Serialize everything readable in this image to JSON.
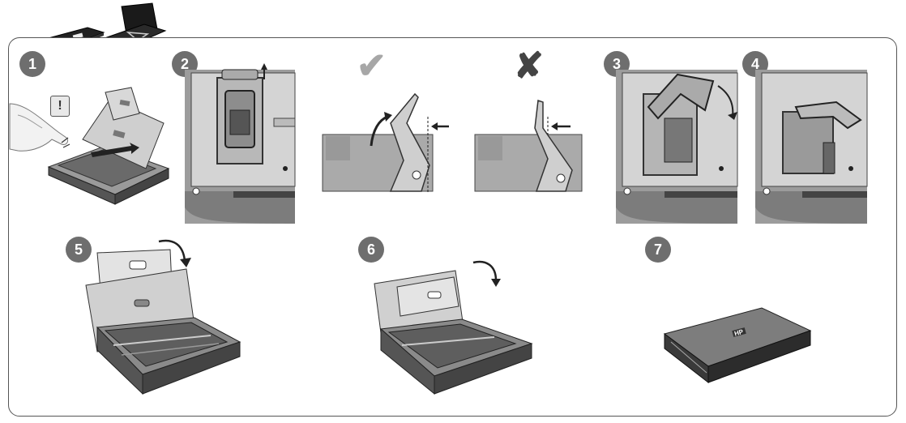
{
  "steps": [
    {
      "label": "1"
    },
    {
      "label": "2"
    },
    {
      "label": "3"
    },
    {
      "label": "4"
    },
    {
      "label": "5"
    },
    {
      "label": "6"
    },
    {
      "label": "7"
    }
  ],
  "warning_symbol": "!",
  "check_symbol": "✔",
  "cross_symbol": "✘",
  "brand_logo": "HP",
  "colors": {
    "badge": "#6e6e6e",
    "outline": "#555555",
    "printer_body": "#8a8a8a",
    "check": "#a7a7a7",
    "cross": "#444444"
  }
}
